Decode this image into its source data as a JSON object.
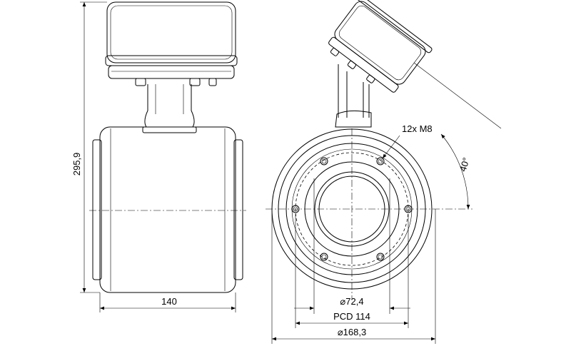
{
  "dimensions": {
    "height": "295,9",
    "length": "140",
    "bolts": "12x M8",
    "angle": "40°",
    "bore": "⌀72,4",
    "pcd": "PCD 114",
    "flange_diameter": "⌀168,3"
  }
}
